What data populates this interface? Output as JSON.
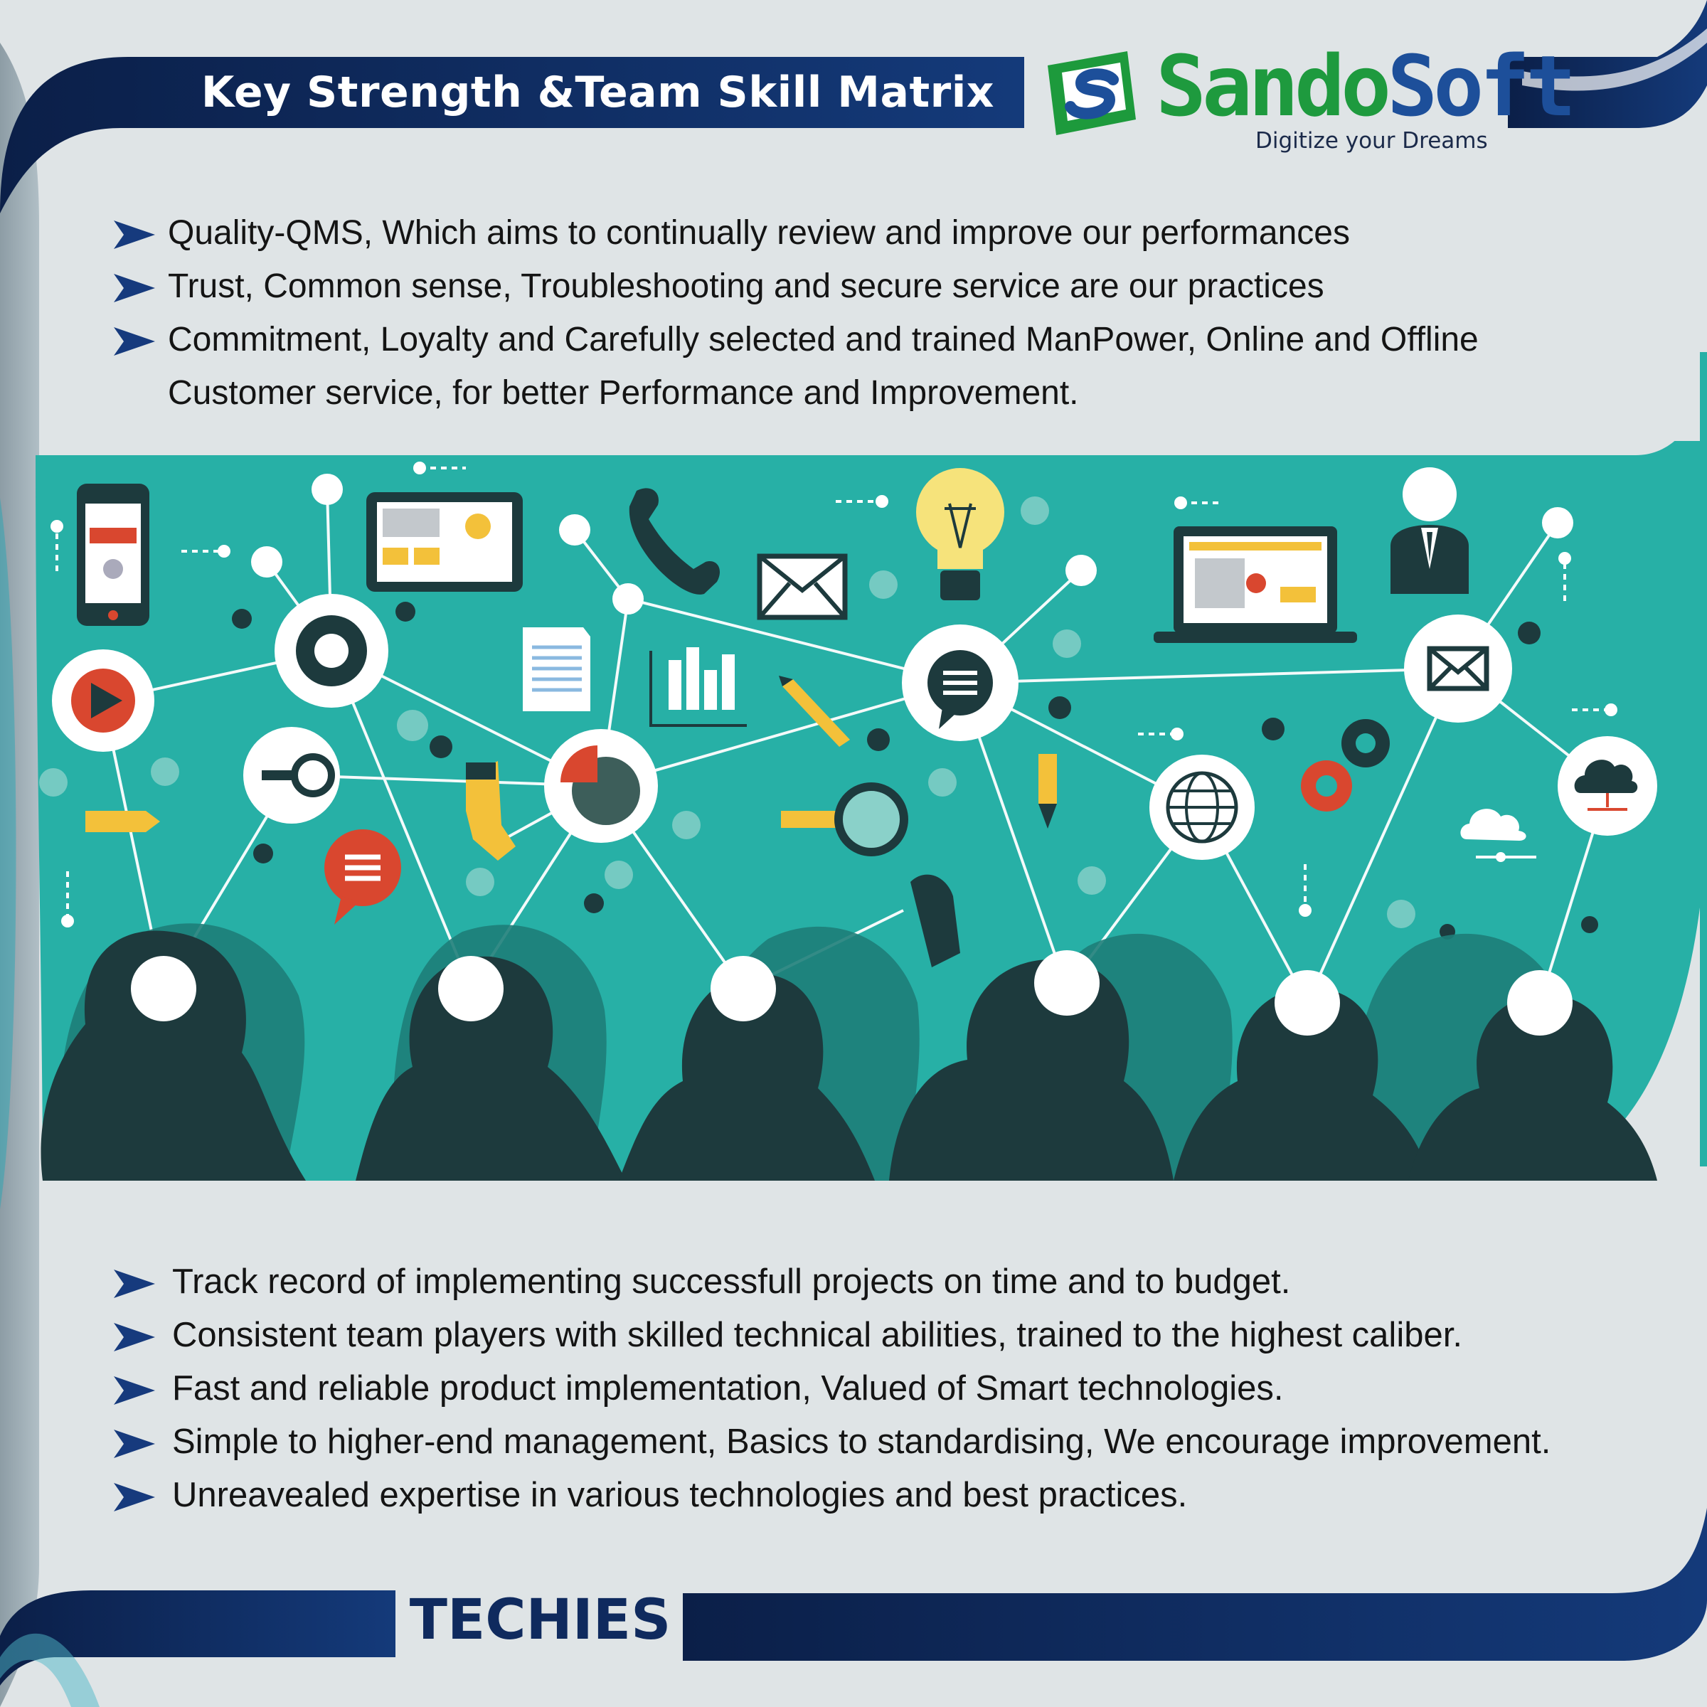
{
  "header": {
    "title": "Key Strength &Team Skill Matrix"
  },
  "logo": {
    "brand_part1": "Sando",
    "brand_part2": "Soft",
    "tagline": "Digitize your Dreams",
    "icon": "sandosoft-s-logo-icon"
  },
  "top_bullets": [
    "Quality-QMS, Which aims to continually review and improve our performances",
    "Trust, Common sense, Troubleshooting and secure service are our practices",
    "Commitment, Loyalty and Carefully selected and trained ManPower, Online and Offline Customer service, for better Performance and Improvement."
  ],
  "bottom_bullets": [
    "Track record of implementing successfull projects on time and to budget.",
    "Consistent team players with skilled technical abilities, trained to the highest caliber.",
    "Fast and reliable product implementation, Valued of Smart technologies.",
    "Simple to higher-end management, Basics to standardising, We encourage improvement.",
    "Unreavealed expertise in various technologies and best practices."
  ],
  "footer": {
    "label": "TECHIES"
  },
  "icons": [
    "arrow-bullet-icon",
    "gear-icon",
    "play-icon",
    "search-icon",
    "pie-chart-icon",
    "chat-icon",
    "globe-icon",
    "mail-icon",
    "cloud-icon",
    "lightbulb-icon",
    "phone-icon",
    "laptop-icon",
    "smartphone-icon",
    "businessman-icon",
    "bar-chart-icon",
    "document-icon",
    "pencil-icon",
    "hand-pointer-icon",
    "monitor-icon"
  ],
  "colors": {
    "navy": "#0f2a5e",
    "teal": "#27b0a6",
    "brand_green": "#1e9a3e",
    "brand_blue": "#1d4f9a",
    "background": "#dfe4e6",
    "silhouette": "#1d3a3d",
    "accent_red": "#d9472f",
    "accent_yellow": "#f3c13a"
  }
}
